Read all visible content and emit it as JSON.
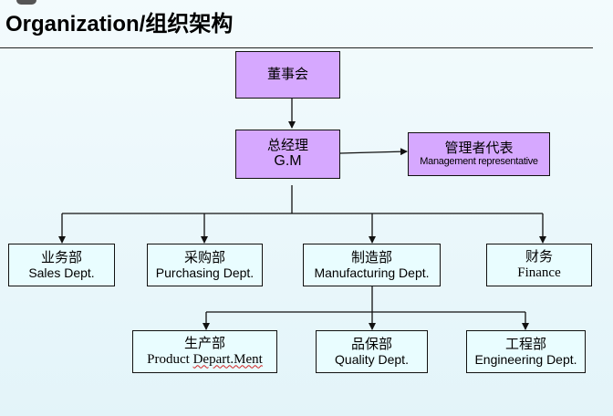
{
  "title": "Organization/组织架构",
  "nodes": {
    "board": {
      "zh": "董事会",
      "en": ""
    },
    "gm": {
      "zh": "总经理",
      "en": "G.M"
    },
    "mgmt_rep": {
      "zh": "管理者代表",
      "en": "Management representative"
    },
    "sales": {
      "zh": "业务部",
      "en": "Sales Dept."
    },
    "purchasing": {
      "zh": "采购部",
      "en": "Purchasing Dept."
    },
    "manufacturing": {
      "zh": "制造部",
      "en": "Manufacturing Dept."
    },
    "finance": {
      "zh": "财务",
      "en": "Finance"
    },
    "product": {
      "zh": "生产部",
      "en_a": "Product ",
      "en_b": "Depart.Ment"
    },
    "quality": {
      "zh": "品保部",
      "en": "Quality Dept."
    },
    "engineering": {
      "zh": "工程部",
      "en": "Engineering Dept."
    }
  },
  "colors": {
    "top_box_fill": "#d6a8ff",
    "dept_box_fill": "#e9fdff",
    "line": "#111111",
    "background": "#e3f4f9"
  }
}
